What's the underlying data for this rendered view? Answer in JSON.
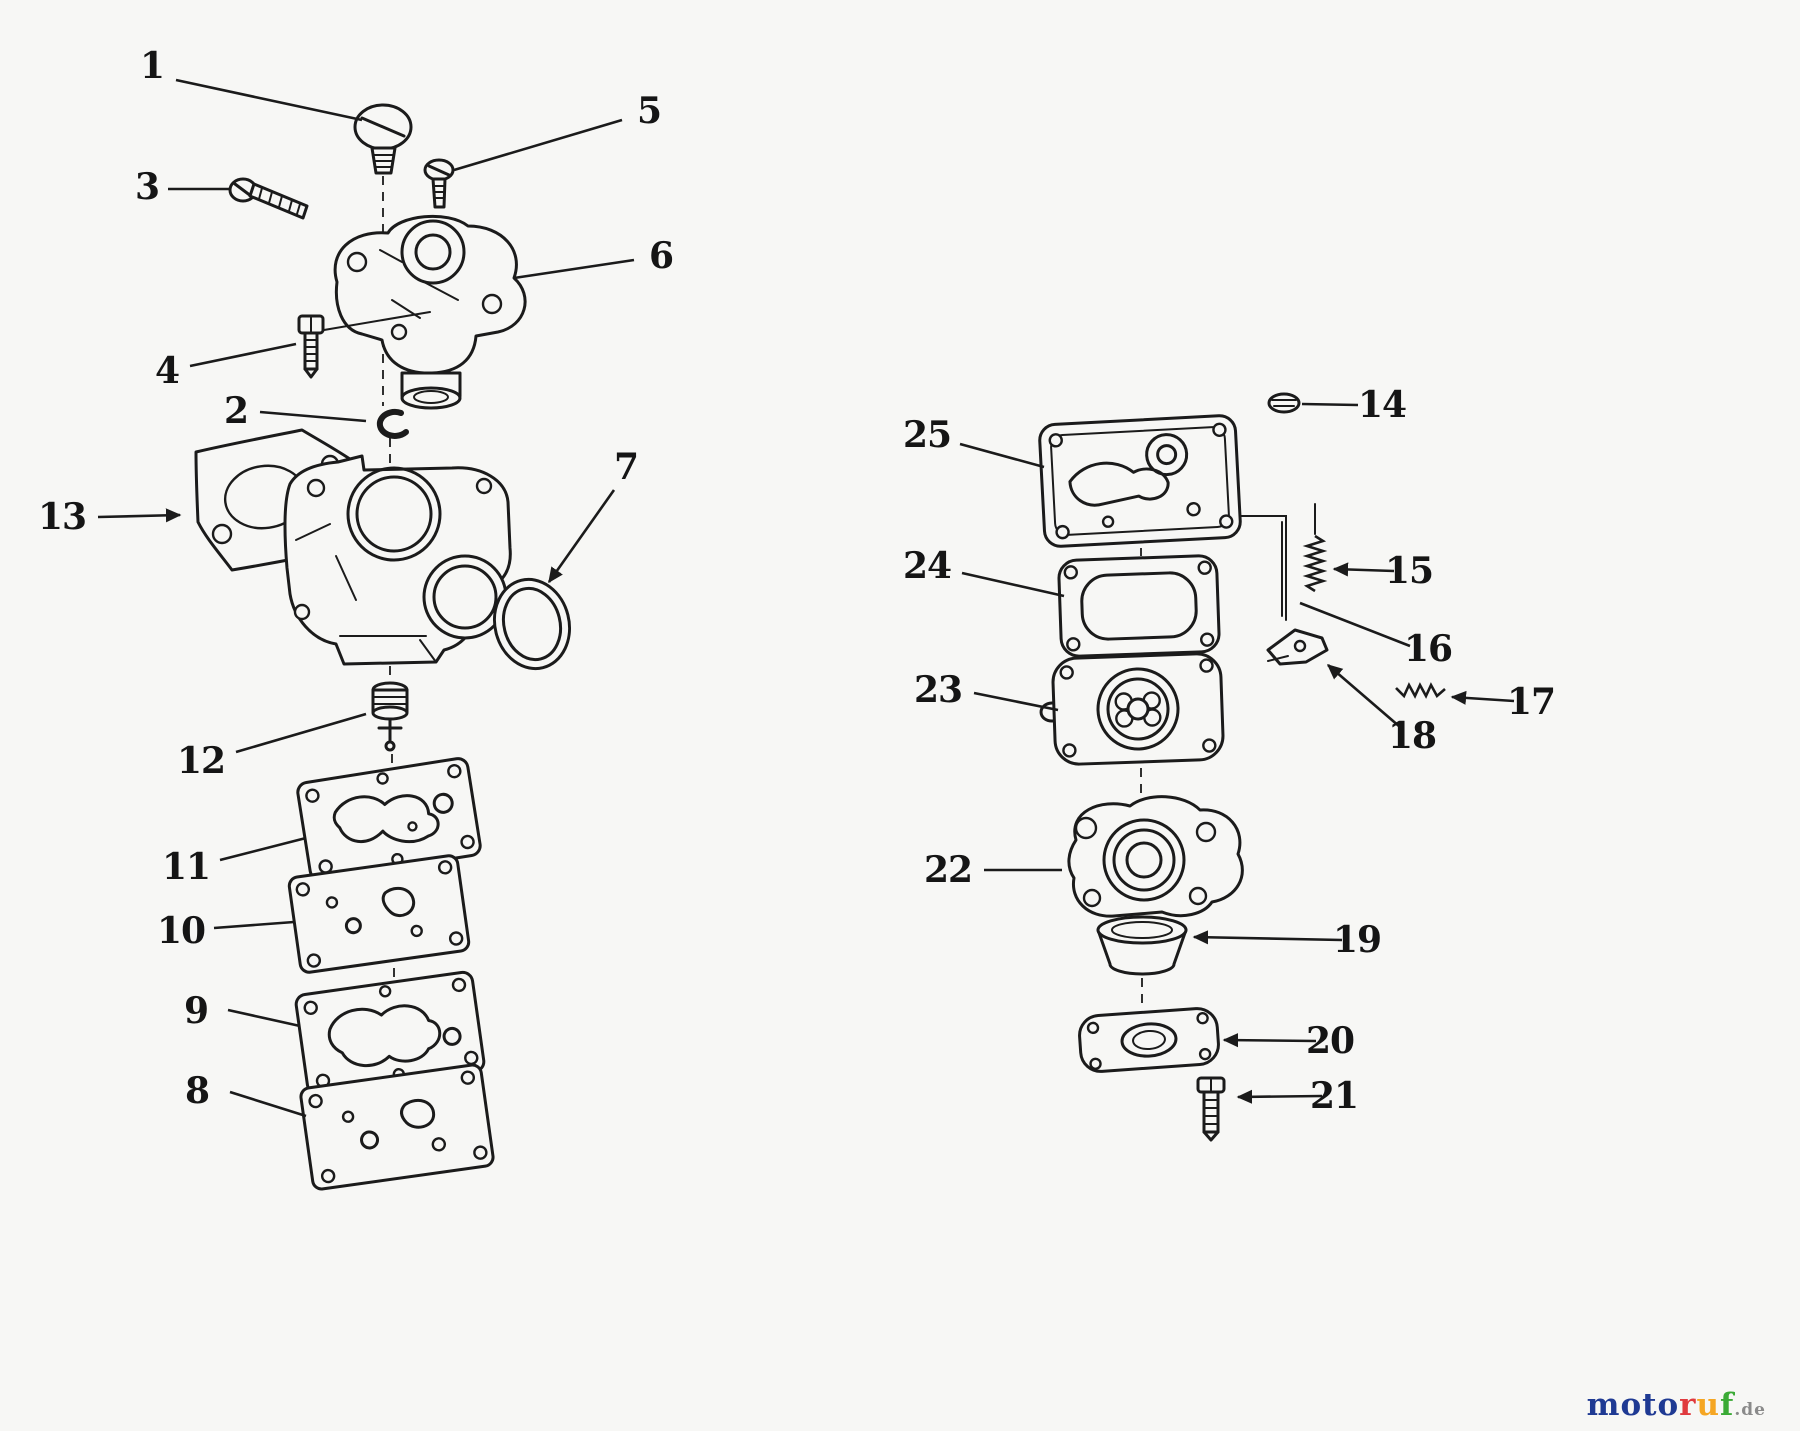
{
  "page": {
    "background": "#f7f7f5",
    "ink_color": "#1b1b1b"
  },
  "diagram": {
    "description": "Carburetor exploded parts diagram with numbered callouts",
    "callouts": [
      {
        "label": "1"
      },
      {
        "label": "2"
      },
      {
        "label": "3"
      },
      {
        "label": "4"
      },
      {
        "label": "5"
      },
      {
        "label": "6"
      },
      {
        "label": "7"
      },
      {
        "label": "8"
      },
      {
        "label": "9"
      },
      {
        "label": "10"
      },
      {
        "label": "11"
      },
      {
        "label": "12"
      },
      {
        "label": "13"
      },
      {
        "label": "14"
      },
      {
        "label": "15"
      },
      {
        "label": "16"
      },
      {
        "label": "17"
      },
      {
        "label": "18"
      },
      {
        "label": "19"
      },
      {
        "label": "20"
      },
      {
        "label": "21"
      },
      {
        "label": "22"
      },
      {
        "label": "23"
      },
      {
        "label": "24"
      },
      {
        "label": "25"
      }
    ]
  },
  "watermark": {
    "letters": [
      {
        "char": "m",
        "color": "#1f3a93"
      },
      {
        "char": "o",
        "color": "#1f3a93"
      },
      {
        "char": "t",
        "color": "#1f3a93"
      },
      {
        "char": "o",
        "color": "#1f3a93"
      },
      {
        "char": "r",
        "color": "#e03a3e"
      },
      {
        "char": "u",
        "color": "#f5a623"
      },
      {
        "char": "f",
        "color": "#3aaa35"
      }
    ],
    "suffix": ".de",
    "suffix_color": "#8a8a8a"
  }
}
